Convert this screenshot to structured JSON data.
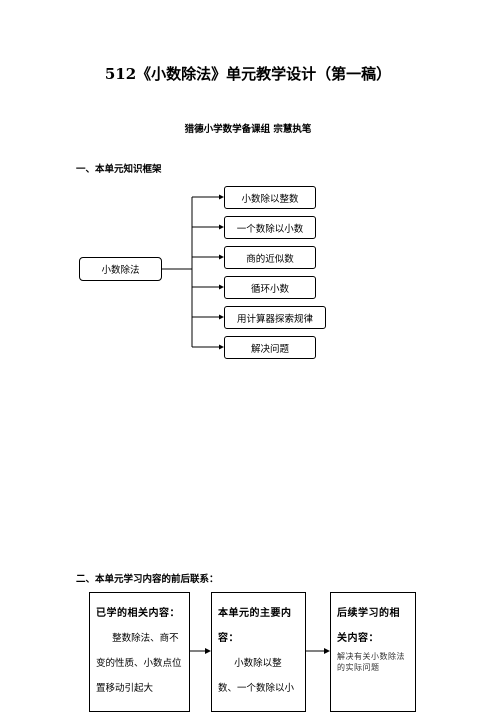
{
  "doc": {
    "title": "512《小数除法》单元教学设计（第一稿）",
    "author": "猎德小学数学备课组  宗慧执笔"
  },
  "section1": {
    "heading": "一、本单元知识框架",
    "root": "小数除法",
    "children": [
      "小数除以整数",
      "一个数除以小数",
      "商的近似数",
      "循环小数",
      "用计算器探索规律",
      "解决问题"
    ]
  },
  "section2": {
    "heading": "二、本单元学习内容的前后联系：",
    "prior": {
      "title": "已学的相关内容：",
      "body": "整数除法、商不变的性质、小数点位置移动引起大"
    },
    "current": {
      "title": "本单元的主要内容：",
      "body": "小数除以整数、一个数除以小"
    },
    "next": {
      "title": "后续学习的相关内容：",
      "body": "解决有关小数除法的实际问题"
    }
  }
}
